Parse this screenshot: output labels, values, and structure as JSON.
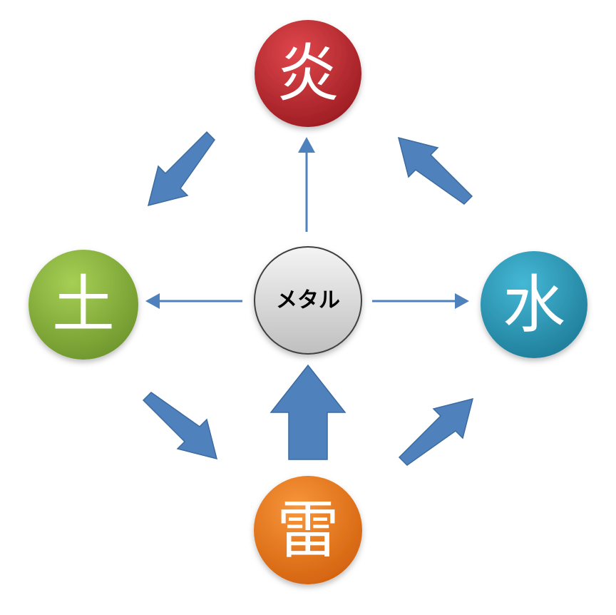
{
  "nodes": {
    "fire": {
      "label": "炎",
      "color": "#c0282d"
    },
    "earth": {
      "label": "土",
      "color": "#8cb83c"
    },
    "water": {
      "label": "水",
      "color": "#2a9bbb"
    },
    "thunder": {
      "label": "雷",
      "color": "#ee7a1c"
    },
    "metal": {
      "label": "メタル",
      "color": "#d9d9d9"
    }
  },
  "arrow_color": "#4f81bd",
  "edges": [
    {
      "from": "metal",
      "to": "fire"
    },
    {
      "from": "metal",
      "to": "earth"
    },
    {
      "from": "metal",
      "to": "water"
    },
    {
      "from": "thunder",
      "to": "metal"
    },
    {
      "from": "fire",
      "to": "earth"
    },
    {
      "from": "earth",
      "to": "thunder"
    },
    {
      "from": "thunder",
      "to": "water"
    },
    {
      "from": "water",
      "to": "fire"
    }
  ]
}
